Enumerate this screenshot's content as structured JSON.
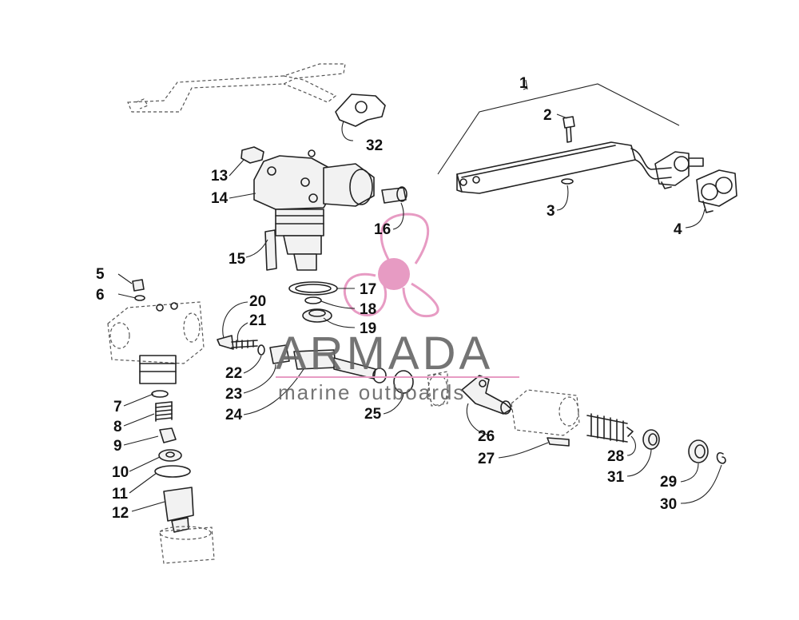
{
  "watermark": {
    "title": "ARMADA",
    "subtitle": "marine outboards",
    "accent_color": "#e79bc3"
  },
  "callouts": [
    {
      "id": "1",
      "text": "1"
    },
    {
      "id": "2",
      "text": "2"
    },
    {
      "id": "3",
      "text": "3"
    },
    {
      "id": "4",
      "text": "4"
    },
    {
      "id": "5",
      "text": "5"
    },
    {
      "id": "6",
      "text": "6"
    },
    {
      "id": "7",
      "text": "7"
    },
    {
      "id": "8",
      "text": "8"
    },
    {
      "id": "9",
      "text": "9"
    },
    {
      "id": "10",
      "text": "10"
    },
    {
      "id": "11",
      "text": "11"
    },
    {
      "id": "12",
      "text": "12"
    },
    {
      "id": "13",
      "text": "13"
    },
    {
      "id": "14",
      "text": "14"
    },
    {
      "id": "15",
      "text": "15"
    },
    {
      "id": "16",
      "text": "16"
    },
    {
      "id": "17",
      "text": "17"
    },
    {
      "id": "18",
      "text": "18"
    },
    {
      "id": "19",
      "text": "19"
    },
    {
      "id": "20",
      "text": "20"
    },
    {
      "id": "21",
      "text": "21"
    },
    {
      "id": "22",
      "text": "22"
    },
    {
      "id": "23",
      "text": "23"
    },
    {
      "id": "24",
      "text": "24"
    },
    {
      "id": "25",
      "text": "25"
    },
    {
      "id": "26",
      "text": "26"
    },
    {
      "id": "27",
      "text": "27"
    },
    {
      "id": "28",
      "text": "28"
    },
    {
      "id": "29",
      "text": "29"
    },
    {
      "id": "30",
      "text": "30"
    },
    {
      "id": "31",
      "text": "31"
    },
    {
      "id": "32",
      "text": "32"
    }
  ]
}
